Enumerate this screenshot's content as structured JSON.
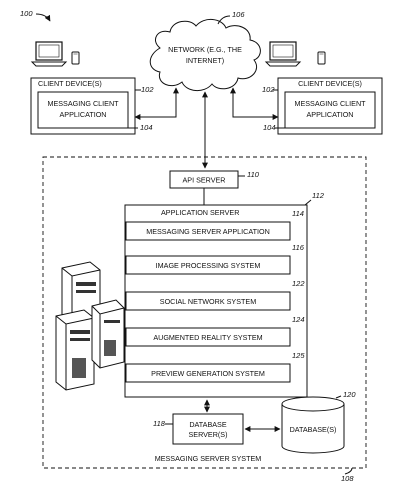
{
  "figure_number": "100",
  "network": {
    "label_line1": "NETWORK (E.G., THE",
    "label_line2": "INTERNET)",
    "ref": "106"
  },
  "client_left": {
    "title": "CLIENT DEVICE(S)",
    "app_line1": "MESSAGING CLIENT",
    "app_line2": "APPLICATION",
    "ref_device": "102",
    "ref_app": "104"
  },
  "client_right": {
    "title": "CLIENT DEVICE(S)",
    "app_line1": "MESSAGING CLIENT",
    "app_line2": "APPLICATION",
    "ref_device": "102",
    "ref_app": "104"
  },
  "api_server": {
    "label": "API SERVER",
    "ref": "110"
  },
  "application_server": {
    "title": "APPLICATION SERVER",
    "ref": "112",
    "components": [
      {
        "label": "MESSAGING SERVER APPLICATION",
        "ref": "114"
      },
      {
        "label": "IMAGE PROCESSING SYSTEM",
        "ref": "116"
      },
      {
        "label": "SOCIAL NETWORK SYSTEM",
        "ref": "122"
      },
      {
        "label": "AUGMENTED REALITY SYSTEM",
        "ref": "124"
      },
      {
        "label": "PREVIEW GENERATION SYSTEM",
        "ref": "125"
      }
    ]
  },
  "database_server": {
    "label_line1": "DATABASE",
    "label_line2": "SERVER(S)",
    "ref": "118"
  },
  "database": {
    "label": "DATABASE(S)",
    "ref": "120"
  },
  "messaging_server_system": {
    "label": "MESSAGING SERVER SYSTEM",
    "ref": "108"
  }
}
